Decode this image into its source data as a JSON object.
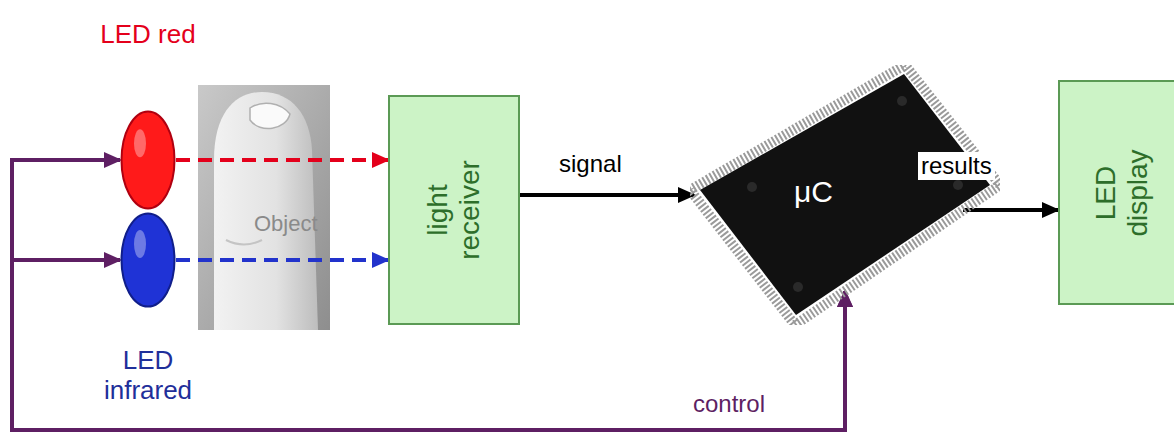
{
  "diagram": {
    "nodes": [
      {
        "text": [
          "LED red"
        ]
      },
      {
        "text": [
          "LED infrared"
        ]
      },
      {
        "text": [
          "Object"
        ]
      },
      {
        "text": [
          "light receiver"
        ]
      },
      {
        "text": [
          "μC"
        ]
      },
      {
        "text": [
          "LED display"
        ]
      }
    ],
    "edges": [
      {
        "from": 0,
        "to": 3,
        "arrow": "to"
      },
      {
        "from": 1,
        "to": 3,
        "arrow": "to"
      },
      {
        "from": 3,
        "to": 4,
        "arrow": "to",
        "label": "signal"
      },
      {
        "from": 4,
        "to": 5,
        "arrow": "to",
        "label": "results"
      },
      {
        "from": 4,
        "to": 0,
        "arrow": "both"
      },
      {
        "from": 4,
        "to": 1,
        "arrow": "both",
        "label": "control"
      }
    ]
  }
}
